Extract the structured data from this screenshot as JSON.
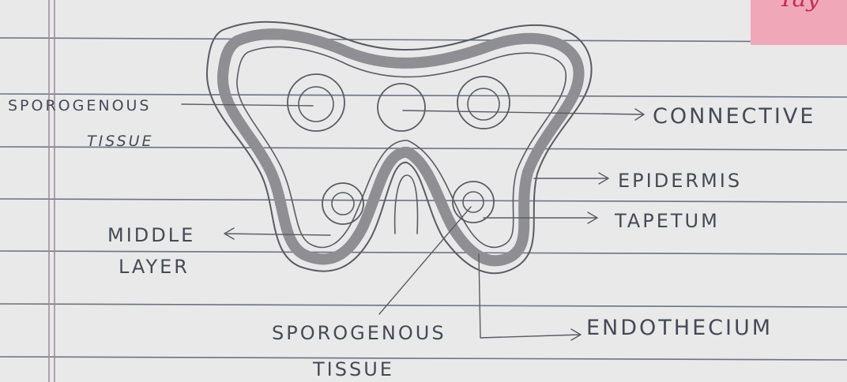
{
  "labels": {
    "sporogenous_tissue_top_line1": "SPOROGENOUS",
    "sporogenous_tissue_top_line2": "TISSUE",
    "connective": "CONNECTIVE",
    "epidermis": "EPIDERMIS",
    "tapetum": "TAPETUM",
    "middle_layer_line1": "MIDDLE",
    "middle_layer_line2": "LAYER",
    "sporogenous_tissue_bottom_line1": "SPOROGENOUS",
    "sporogenous_tissue_bottom_line2": "TISSUE",
    "endothecium": "ENDOTHECIUM",
    "corner_text": "Tay"
  },
  "colors": {
    "paper": "#e9e9ea",
    "ruled_line": "#6e7280",
    "margin_line": "#9a8b95",
    "pencil": "#5a5c62",
    "wall_shading": "#8f8f93",
    "sticky_note": "#f0a8b8"
  }
}
